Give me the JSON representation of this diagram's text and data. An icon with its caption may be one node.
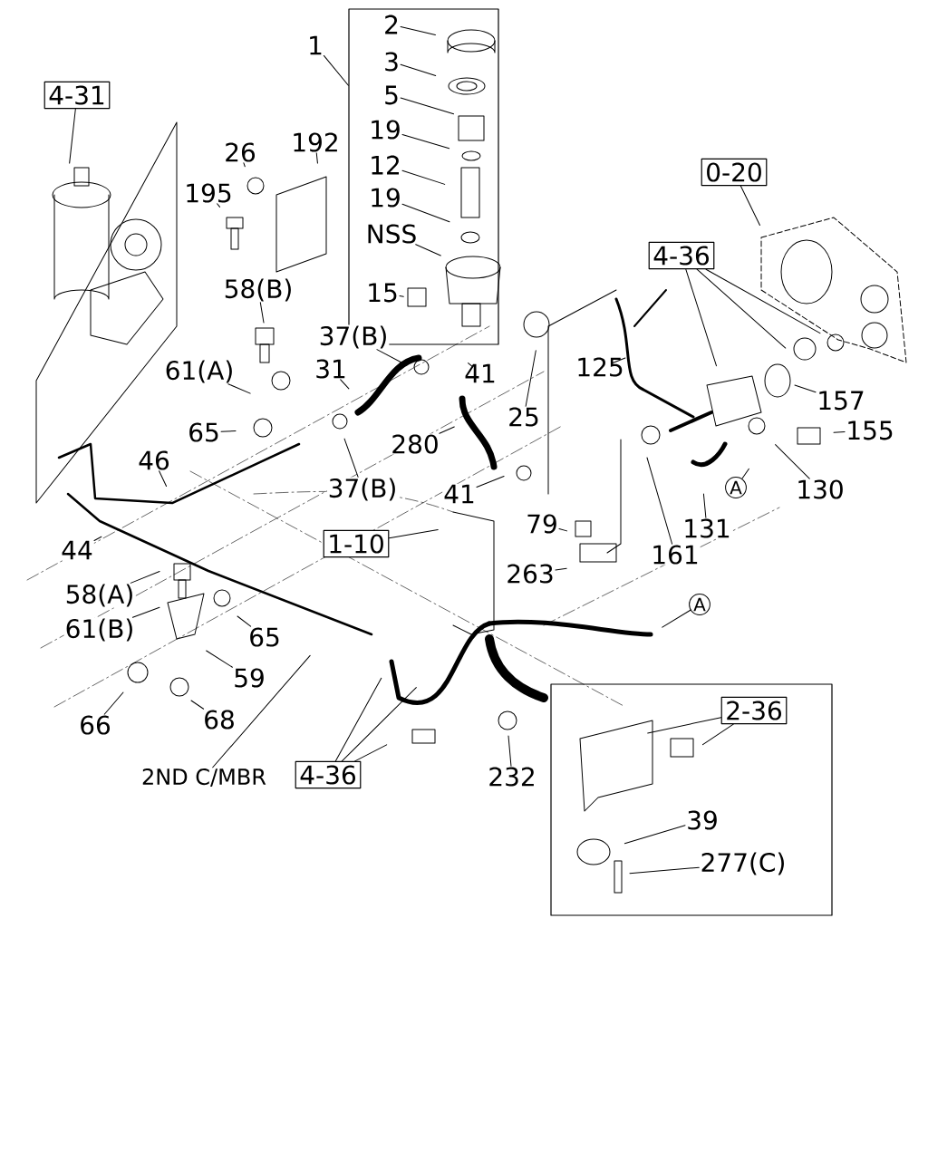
{
  "diagram": {
    "nodes": [
      {
        "text": [
          "4-31"
        ]
      },
      {
        "text": [
          "1"
        ]
      },
      {
        "text": [],
        "shape": "box"
      },
      {
        "text": [
          "2"
        ],
        "in": 2
      },
      {
        "text": [
          "3"
        ],
        "in": 2
      },
      {
        "text": [
          "5"
        ],
        "in": 2
      },
      {
        "text": [
          "19"
        ],
        "in": 2
      },
      {
        "text": [
          "12"
        ],
        "in": 2
      },
      {
        "text": [
          "19"
        ],
        "in": 2
      },
      {
        "text": [
          "NSS"
        ],
        "in": 2
      },
      {
        "text": [
          "15"
        ],
        "in": 2
      },
      {
        "text": [
          "192"
        ]
      },
      {
        "text": [
          "26"
        ]
      },
      {
        "text": [
          "195"
        ]
      },
      {
        "text": [
          "58(B)"
        ]
      },
      {
        "text": [
          "61(A)"
        ]
      },
      {
        "text": [
          "65"
        ]
      },
      {
        "text": [
          "37(B)"
        ]
      },
      {
        "text": [
          "31"
        ]
      },
      {
        "text": [
          "41"
        ]
      },
      {
        "text": [
          "25"
        ]
      },
      {
        "text": [
          "125"
        ]
      },
      {
        "text": [
          "280"
        ]
      },
      {
        "text": [
          "37(B)"
        ]
      },
      {
        "text": [
          "41"
        ]
      },
      {
        "text": [
          "46"
        ]
      },
      {
        "text": [
          "44"
        ]
      },
      {
        "text": [
          "58(A)"
        ]
      },
      {
        "text": [
          "61(B)"
        ]
      },
      {
        "text": [
          "65"
        ]
      },
      {
        "text": [
          "59"
        ]
      },
      {
        "text": [
          "66"
        ]
      },
      {
        "text": [
          "68"
        ]
      },
      {
        "text": [
          "2ND C/MBR"
        ]
      },
      {
        "text": [
          "4-36"
        ]
      },
      {
        "text": [
          "1-10"
        ]
      },
      {
        "text": [
          "232"
        ]
      },
      {
        "text": [
          "79"
        ]
      },
      {
        "text": [
          "263"
        ]
      },
      {
        "text": [
          "161"
        ]
      },
      {
        "text": [
          "131"
        ]
      },
      {
        "text": [
          "130"
        ]
      },
      {
        "text": [
          "155"
        ]
      },
      {
        "text": [
          "157"
        ]
      },
      {
        "text": [
          "4-36"
        ]
      },
      {
        "text": [
          "0-20"
        ]
      },
      {
        "text": [
          "A"
        ]
      },
      {
        "text": [],
        "shape": "box"
      },
      {
        "text": [
          "2-36"
        ],
        "in": 47
      },
      {
        "text": [
          "39"
        ],
        "in": 47
      },
      {
        "text": [
          "277(C)"
        ],
        "in": 47
      },
      {
        "text": [
          "A"
        ]
      }
    ],
    "edges": [
      {
        "from": 0,
        "to": null,
        "arrow": "none"
      },
      {
        "from": 1,
        "to": 2,
        "arrow": "none"
      },
      {
        "from": 3,
        "to": null,
        "arrow": "none"
      },
      {
        "from": 4,
        "to": null,
        "arrow": "none"
      },
      {
        "from": 5,
        "to": null,
        "arrow": "none"
      },
      {
        "from": 6,
        "to": null,
        "arrow": "none"
      },
      {
        "from": 7,
        "to": null,
        "arrow": "none"
      },
      {
        "from": 8,
        "to": null,
        "arrow": "none"
      },
      {
        "from": 9,
        "to": null,
        "arrow": "none"
      },
      {
        "from": 10,
        "to": null,
        "arrow": "none"
      },
      {
        "from": 11,
        "to": null,
        "arrow": "none"
      },
      {
        "from": 12,
        "to": null,
        "arrow": "none"
      },
      {
        "from": 13,
        "to": null,
        "arrow": "none"
      },
      {
        "from": 14,
        "to": null,
        "arrow": "none"
      },
      {
        "from": 15,
        "to": null,
        "arrow": "none"
      },
      {
        "from": 16,
        "to": null,
        "arrow": "none"
      },
      {
        "from": 17,
        "to": null,
        "arrow": "none"
      },
      {
        "from": 18,
        "to": null,
        "arrow": "none"
      },
      {
        "from": 19,
        "to": null,
        "arrow": "none"
      },
      {
        "from": 20,
        "to": null,
        "arrow": "none"
      },
      {
        "from": 21,
        "to": null,
        "arrow": "none"
      },
      {
        "from": 22,
        "to": null,
        "arrow": "none"
      },
      {
        "from": 23,
        "to": null,
        "arrow": "none"
      },
      {
        "from": 24,
        "to": null,
        "arrow": "none"
      },
      {
        "from": 25,
        "to": null,
        "arrow": "none"
      },
      {
        "from": 26,
        "to": null,
        "arrow": "none"
      },
      {
        "from": 27,
        "to": null,
        "arrow": "none"
      },
      {
        "from": 28,
        "to": null,
        "arrow": "none"
      },
      {
        "from": 29,
        "to": null,
        "arrow": "none"
      },
      {
        "from": 30,
        "to": null,
        "arrow": "none"
      },
      {
        "from": 31,
        "to": null,
        "arrow": "none"
      },
      {
        "from": 32,
        "to": null,
        "arrow": "none"
      },
      {
        "from": 33,
        "to": null,
        "arrow": "none"
      },
      {
        "from": 34,
        "to": null,
        "arrow": "none"
      },
      {
        "from": 34,
        "to": null,
        "arrow": "none"
      },
      {
        "from": 34,
        "to": null,
        "arrow": "none"
      },
      {
        "from": 35,
        "to": null,
        "arrow": "none"
      },
      {
        "from": 36,
        "to": null,
        "arrow": "none"
      },
      {
        "from": 37,
        "to": null,
        "arrow": "none"
      },
      {
        "from": 38,
        "to": null,
        "arrow": "none"
      },
      {
        "from": 39,
        "to": null,
        "arrow": "none"
      },
      {
        "from": 40,
        "to": null,
        "arrow": "none"
      },
      {
        "from": 41,
        "to": null,
        "arrow": "none"
      },
      {
        "from": 42,
        "to": null,
        "arrow": "none"
      },
      {
        "from": 43,
        "to": null,
        "arrow": "none"
      },
      {
        "from": 44,
        "to": null,
        "arrow": "none"
      },
      {
        "from": 44,
        "to": null,
        "arrow": "none"
      },
      {
        "from": 44,
        "to": null,
        "arrow": "none"
      },
      {
        "from": 45,
        "to": null,
        "arrow": "none"
      },
      {
        "from": 46,
        "to": null,
        "arrow": "none"
      },
      {
        "from": 48,
        "to": null,
        "arrow": "none"
      },
      {
        "from": 48,
        "to": null,
        "arrow": "none"
      },
      {
        "from": 49,
        "to": null,
        "arrow": "none"
      },
      {
        "from": 50,
        "to": null,
        "arrow": "none"
      },
      {
        "from": 51,
        "to": null,
        "arrow": "none"
      }
    ]
  }
}
